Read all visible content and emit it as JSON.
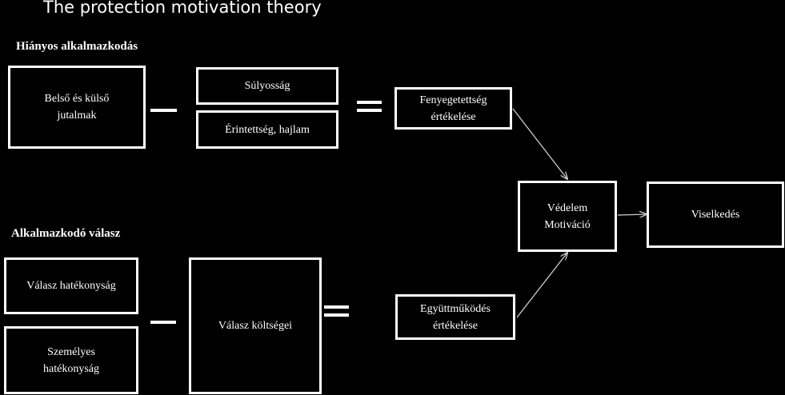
{
  "title": "The protection motivation theory",
  "headings": {
    "maladaptive": "Hiányos alkalmazkodás",
    "adaptive": "Alkalmazkodó válasz"
  },
  "boxes": {
    "rewards": [
      "Belső és külső",
      "jutalmak"
    ],
    "severity": "Súlyosság",
    "vulnerability": "Érintettség, hajlam",
    "threat_appraisal": [
      "Fenyegetettség",
      "értékelése"
    ],
    "protection_motivation": [
      "Védelem",
      "Motiváció"
    ],
    "behavior": "Viselkedés",
    "response_efficacy": "Válasz hatékonyság",
    "self_efficacy": [
      "Személyes",
      "hatékonyság"
    ],
    "response_costs": "Válasz költségei",
    "coping_appraisal": [
      "Együttműködés",
      "értékelése"
    ]
  }
}
